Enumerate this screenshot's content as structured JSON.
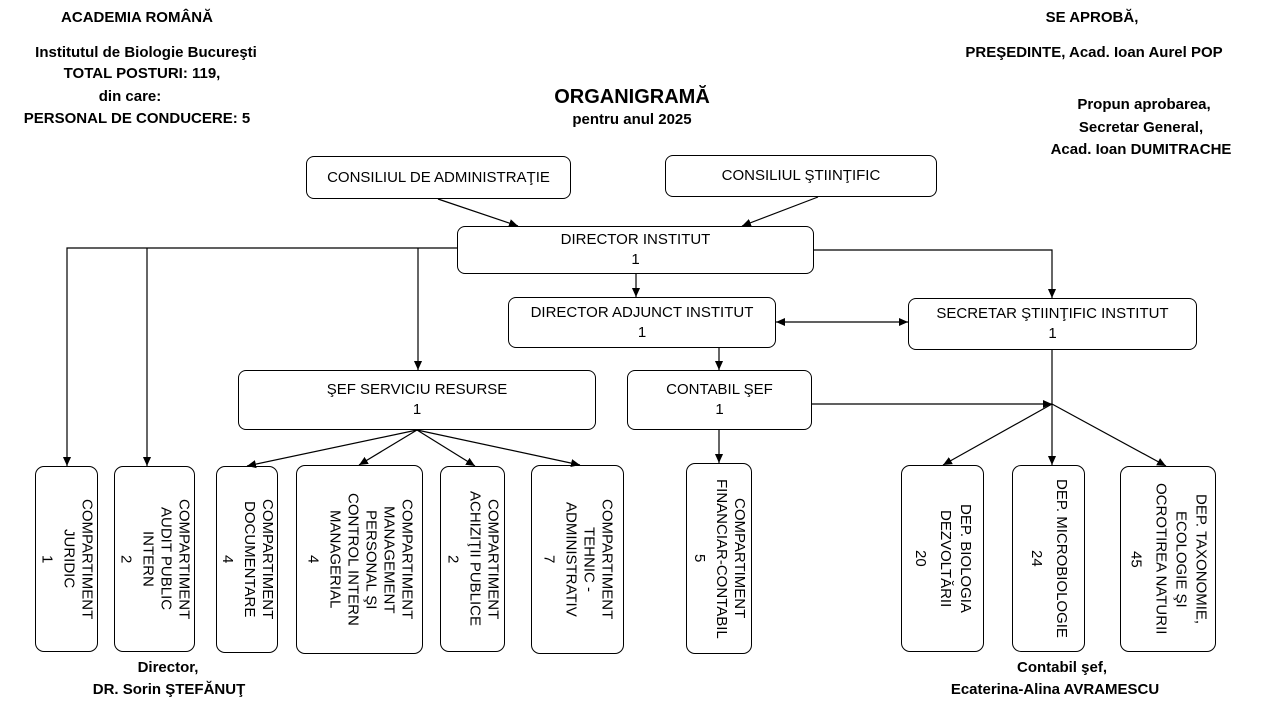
{
  "header_left": {
    "academy": "ACADEMIA ROMÂNĂ",
    "institute": "Institutul de Biologie Bucureşti",
    "total_posts": "TOTAL POSTURI: 119,",
    "of_which": "din care:",
    "management_posts": "PERSONAL DE CONDUCERE: 5"
  },
  "header_center": {
    "title": "ORGANIGRAMĂ",
    "subtitle": "pentru anul 2025"
  },
  "header_right": {
    "approval": "SE APROBĂ,",
    "president": "PREŞEDINTE, Acad. Ioan Aurel POP",
    "proposal": "Propun aprobarea,",
    "secretary_role": "Secretar General,",
    "secretary_name": "Acad. Ioan DUMITRACHE"
  },
  "councils": {
    "administration": "CONSILIUL DE ADMINISTRAŢIE",
    "scientific": "CONSILIUL ŞTIINŢIFIC"
  },
  "positions": {
    "director": {
      "label": "DIRECTOR INSTITUT",
      "count": "1"
    },
    "deputy_director": {
      "label": "DIRECTOR ADJUNCT INSTITUT",
      "count": "1"
    },
    "scientific_secretary": {
      "label": "SECRETAR ŞTIINŢIFIC INSTITUT",
      "count": "1"
    },
    "resources_head": {
      "label": "ŞEF SERVICIU RESURSE",
      "count": "1"
    },
    "chief_accountant": {
      "label": "CONTABIL ŞEF",
      "count": "1"
    }
  },
  "units": [
    {
      "lines": [
        "COMPARTIMENT",
        "JURIDIC"
      ],
      "count": "1"
    },
    {
      "lines": [
        "COMPARTIMENT",
        "AUDIT PUBLIC",
        "INTERN"
      ],
      "count": "2"
    },
    {
      "lines": [
        "COMPARTIMENT",
        "DOCUMENTARE"
      ],
      "count": "4"
    },
    {
      "lines": [
        "COMPARTIMENT",
        "MANAGEMENT",
        "PERSONAL ŞI",
        "CONTROL INTERN",
        "MANAGERIAL"
      ],
      "count": "4"
    },
    {
      "lines": [
        "COMPARTIMENT",
        "ACHIZIŢII PUBLICE"
      ],
      "count": "2"
    },
    {
      "lines": [
        "COMPARTIMENT",
        "TEHNIC -",
        "ADMINISTRATIV"
      ],
      "count": "7"
    },
    {
      "lines": [
        "COMPARTIMENT",
        "FINANCIAR-CONTABIL"
      ],
      "count": "5"
    },
    {
      "lines": [
        "DEP. BIOLOGIA",
        "DEZVOLTĂRII"
      ],
      "count": "20"
    },
    {
      "lines": [
        "DEP. MICROBIOLOGIE"
      ],
      "count": "24"
    },
    {
      "lines": [
        "DEP. TAXONOMIE,",
        "ECOLOGIE ŞI",
        "OCROTIREA NATURII"
      ],
      "count": "45"
    }
  ],
  "signatures": {
    "director_role": "Director,",
    "director_name": "DR. Sorin ŞTEFĂNUŢ",
    "accountant_role": "Contabil şef,",
    "accountant_name": "Ecaterina-Alina AVRAMESCU"
  }
}
